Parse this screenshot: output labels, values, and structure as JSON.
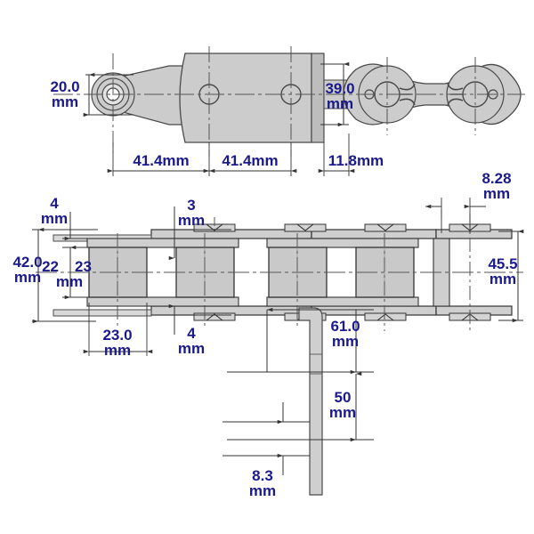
{
  "drawing": {
    "title": "Conveyor chain with attachment bracket - technical dimension drawing",
    "background_color": "#ffffff",
    "line_color": "#4a4a4a",
    "dark_line_color": "#333333",
    "fill_color": "#cccccc",
    "fill_light_color": "#d9d9d9",
    "fill_dark_color": "#bdbdbd",
    "dimension_text_color": "#1a1a8c",
    "dimension_line_color": "#333333",
    "views": [
      {
        "name": "top-view",
        "description": "Plan view of chain links with offset link, wide attachment plate and two butterfly-clip links"
      },
      {
        "name": "side-view",
        "description": "Side elevation of chain showing rollers, side plates, pins and the vertical attachment bracket"
      }
    ]
  },
  "dimensions": {
    "top_view": [
      {
        "id": "d-20-0",
        "value": "20.0",
        "unit": "mm",
        "orientation": "vertical",
        "two_line": true
      },
      {
        "id": "d-39-0",
        "value": "39.0",
        "unit": "mm",
        "orientation": "vertical",
        "two_line": true
      },
      {
        "id": "d-41-4-a",
        "value": "41.4mm",
        "unit": "",
        "orientation": "horizontal",
        "two_line": false
      },
      {
        "id": "d-41-4-b",
        "value": "41.4mm",
        "unit": "",
        "orientation": "horizontal",
        "two_line": false
      },
      {
        "id": "d-11-8",
        "value": "11.8mm",
        "unit": "",
        "orientation": "horizontal",
        "two_line": false
      }
    ],
    "side_view": [
      {
        "id": "d-8-28",
        "value": "8.28",
        "unit": "mm",
        "orientation": "horizontal",
        "two_line": true
      },
      {
        "id": "d-4-top",
        "value": "4",
        "unit": "mm",
        "orientation": "vertical",
        "two_line": true
      },
      {
        "id": "d-3",
        "value": "3",
        "unit": "mm",
        "orientation": "vertical",
        "two_line": true
      },
      {
        "id": "d-42-0",
        "value": "42.0",
        "unit": "mm",
        "orientation": "vertical",
        "two_line": true
      },
      {
        "id": "d-22-23",
        "value": "22.23",
        "unit": "mm",
        "orientation": "vertical",
        "two_line": true
      },
      {
        "id": "d-45-5",
        "value": "45.5",
        "unit": "mm",
        "orientation": "vertical",
        "two_line": true
      },
      {
        "id": "d-23-0",
        "value": "23.0",
        "unit": "mm",
        "orientation": "horizontal",
        "two_line": true
      },
      {
        "id": "d-4-bot",
        "value": "4",
        "unit": "mm",
        "orientation": "vertical",
        "two_line": true
      }
    ],
    "bracket": [
      {
        "id": "d-61-0",
        "value": "61.0",
        "unit": "mm",
        "orientation": "vertical",
        "two_line": true
      },
      {
        "id": "d-50",
        "value": "50",
        "unit": "mm",
        "orientation": "vertical",
        "two_line": true
      },
      {
        "id": "d-8-3",
        "value": "8.3",
        "unit": "mm",
        "orientation": "vertical",
        "two_line": true
      }
    ]
  },
  "labels": {
    "v_20_0": "20.0",
    "v_20_0_unit": "mm",
    "v_39_0": "39.0",
    "v_39_0_unit": "mm",
    "v_41_4_a": "41.4mm",
    "v_41_4_b": "41.4mm",
    "v_11_8": "11.8mm",
    "v_8_28": "8.28",
    "v_8_28_unit": "mm",
    "v_4_top": "4",
    "v_4_top_unit": "mm",
    "v_3": "3",
    "v_3_unit": "mm",
    "v_42_0": "42.0",
    "v_42_0_unit": "mm",
    "v_22": "22",
    "v_23_frac": "23",
    "v_22_23_unit": "mm",
    "v_45_5": "45.5",
    "v_45_5_unit": "mm",
    "v_23_0": "23.0",
    "v_23_0_unit": "mm",
    "v_4_bot": "4",
    "v_4_bot_unit": "mm",
    "v_61_0": "61.0",
    "v_61_0_unit": "mm",
    "v_50": "50",
    "v_50_unit": "mm",
    "v_8_3": "8.3",
    "v_8_3_unit": "mm"
  }
}
